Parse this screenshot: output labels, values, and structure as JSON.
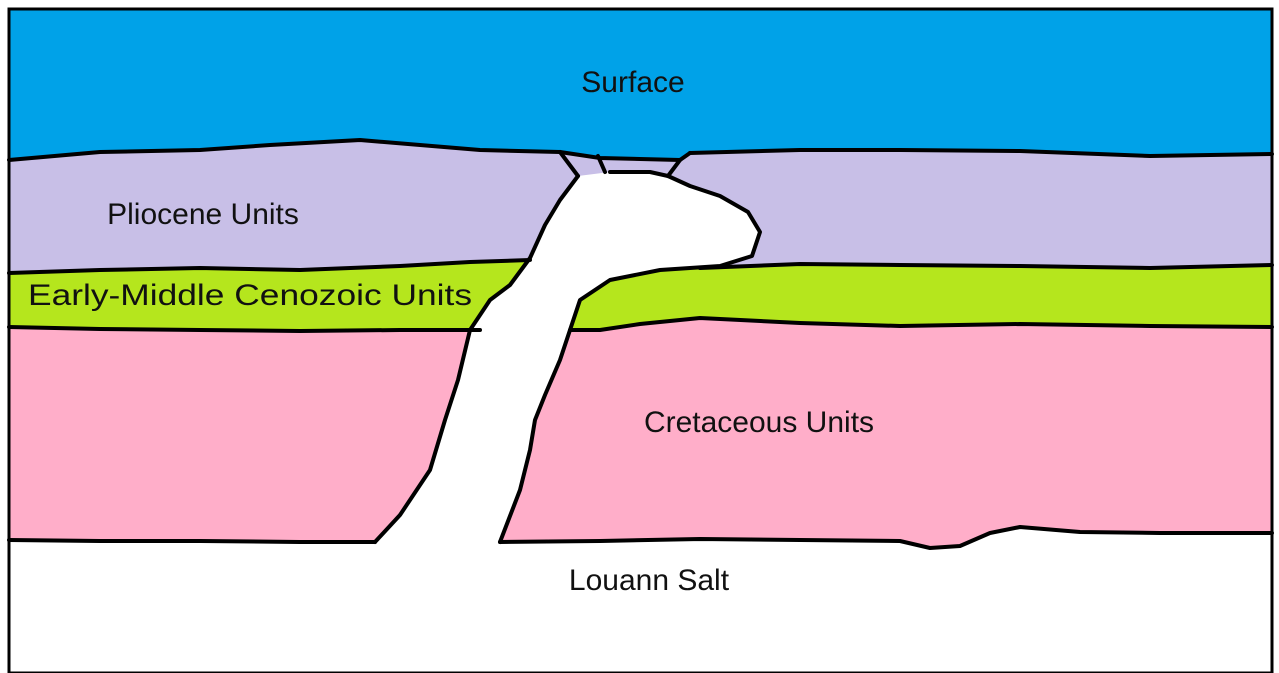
{
  "labels": {
    "surface": "Surface",
    "pliocene": "Pliocene Units",
    "early_middle_cenozoic": "Early-Middle Cenozoic Units",
    "cretaceous": "Cretaceous Units",
    "louann_salt": "Louann Salt"
  },
  "colors": {
    "surface": "#00a2e8",
    "pliocene": "#c8bfe7",
    "early_middle_cenozoic": "#b5e61d",
    "cretaceous": "#ffaec9",
    "salt": "#ffffff",
    "outline": "#000000"
  }
}
